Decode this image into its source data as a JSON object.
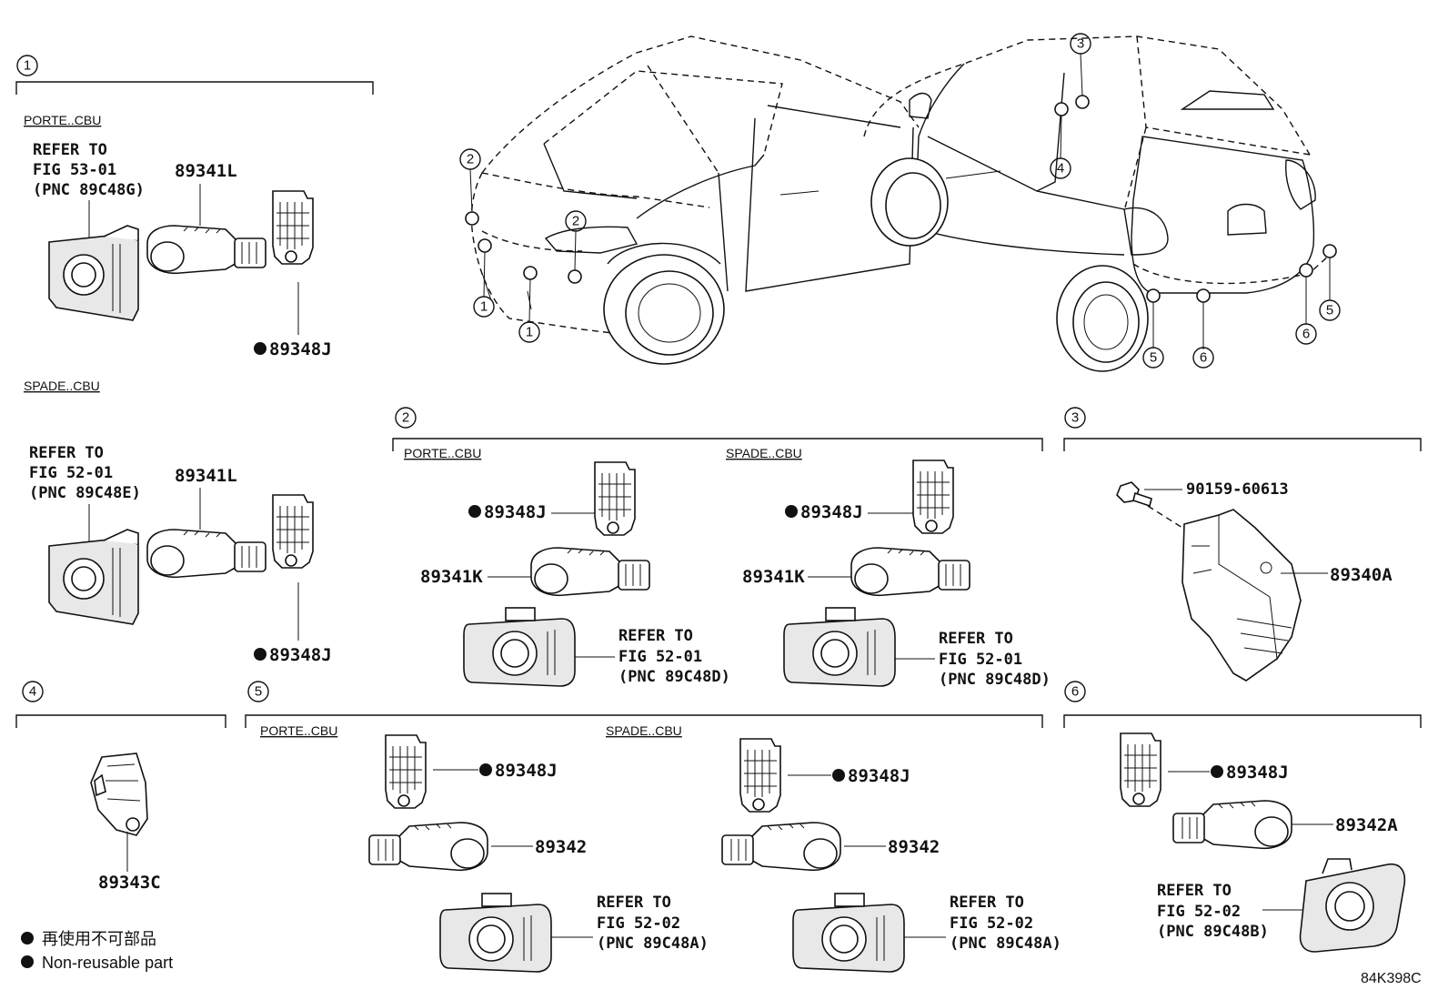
{
  "groups": {
    "g1": "1",
    "g2": "2",
    "g3": "3",
    "g4": "4",
    "g5": "5",
    "g6": "6"
  },
  "captions": {
    "porte": "PORTE..CBU",
    "spade": "SPADE..CBU"
  },
  "group1": {
    "porte_ref": [
      "REFER TO",
      "FIG 53-01",
      "(PNC 89C48G)"
    ],
    "spade_ref": [
      "REFER TO",
      "FIG 52-01",
      "(PNC 89C48E)"
    ],
    "sensor": "89341L",
    "retainer": "89348J"
  },
  "group2": {
    "retainer": "89348J",
    "sensor": "89341K",
    "ref": [
      "REFER TO",
      "FIG 52-01",
      "(PNC 89C48D)"
    ]
  },
  "group3": {
    "bolt": "90159-60613",
    "ecu": "89340A"
  },
  "group4": {
    "sensor": "89343C"
  },
  "group5": {
    "retainer": "89348J",
    "sensor": "89342",
    "ref": [
      "REFER TO",
      "FIG 52-02",
      "(PNC 89C48A)"
    ]
  },
  "group6": {
    "retainer": "89348J",
    "sensor": "89342A",
    "ref": [
      "REFER TO",
      "FIG 52-02",
      "(PNC 89C48B)"
    ]
  },
  "car_markers": {
    "front": [
      "2",
      "1",
      "1",
      "2"
    ],
    "rear": [
      "3",
      "4",
      "5",
      "6",
      "6",
      "5"
    ]
  },
  "legend": {
    "jp": "再使用不可部品",
    "en": "Non-reusable part"
  },
  "drawing_code": "84K398C"
}
